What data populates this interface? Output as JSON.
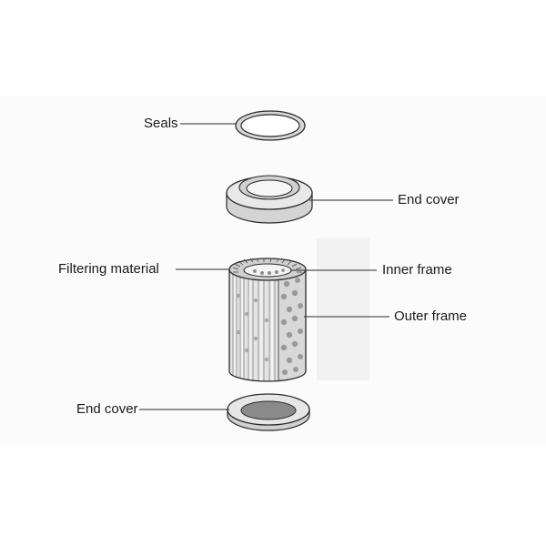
{
  "labels": {
    "seals": "Seals",
    "end_cover_top": "End cover",
    "filtering_material": "Filtering material",
    "inner_frame": "Inner frame",
    "outer_frame": "Outer frame",
    "end_cover_bottom": "End cover"
  },
  "colors": {
    "line": "#2a2a2a",
    "part_fill": "#e6e6e6",
    "part_shade": "#c9c9c9",
    "disc_fill": "#8a8a8a"
  }
}
